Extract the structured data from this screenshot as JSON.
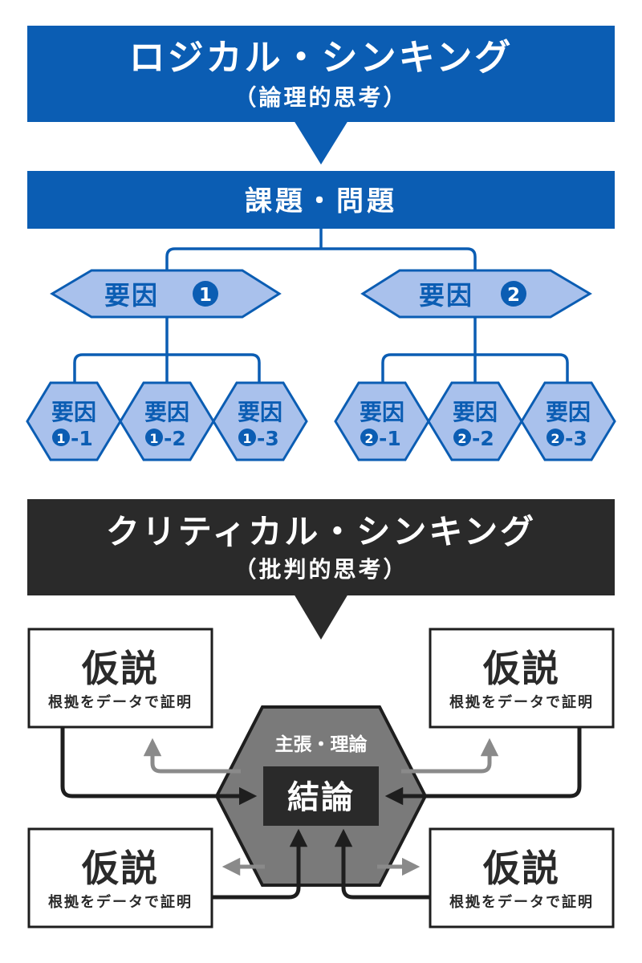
{
  "logical": {
    "title": "ロジカル・シンキング",
    "subtitle": "（論理的思考）",
    "issue": "課題・問題",
    "factors": [
      {
        "label": "要因",
        "num": "1",
        "subs": [
          {
            "label": "要因",
            "num": "1",
            "suffix": "-1"
          },
          {
            "label": "要因",
            "num": "1",
            "suffix": "-2"
          },
          {
            "label": "要因",
            "num": "1",
            "suffix": "-3"
          }
        ]
      },
      {
        "label": "要因",
        "num": "2",
        "subs": [
          {
            "label": "要因",
            "num": "2",
            "suffix": "-1"
          },
          {
            "label": "要因",
            "num": "2",
            "suffix": "-2"
          },
          {
            "label": "要因",
            "num": "2",
            "suffix": "-3"
          }
        ]
      }
    ]
  },
  "critical": {
    "title": "クリティカル・シンキング",
    "subtitle": "（批判的思考）",
    "center_label": "主張・理論",
    "conclusion": "結論",
    "hypotheses": [
      {
        "title": "仮説",
        "desc": "根拠をデータで証明"
      },
      {
        "title": "仮説",
        "desc": "根拠をデータで証明"
      },
      {
        "title": "仮説",
        "desc": "根拠をデータで証明"
      },
      {
        "title": "仮説",
        "desc": "根拠をデータで証明"
      }
    ]
  },
  "colors": {
    "blue": "#0b5db3",
    "light_blue": "#a9c1ec",
    "dark": "#2a2a2a",
    "gray": "#7a7a7a",
    "arrow_gray": "#8a8a8a"
  }
}
